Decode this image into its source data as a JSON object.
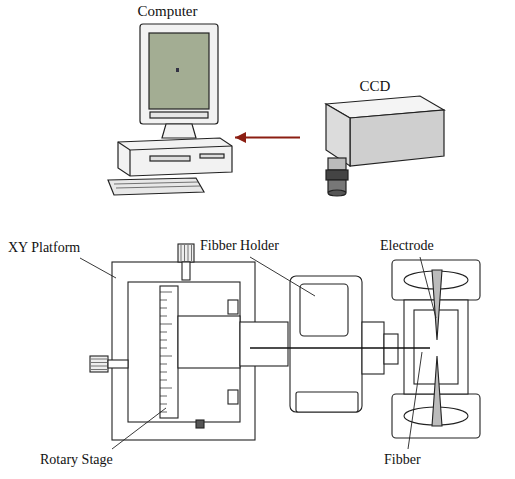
{
  "diagram": {
    "nodes": [
      {
        "text": [
          "Computer"
        ]
      },
      {
        "text": [
          "CCD"
        ]
      }
    ],
    "edges": [
      {
        "from": 1,
        "to": 0,
        "arrow": "to"
      }
    ],
    "labels": [
      "XY Platform",
      "Fibber Holder",
      "Electrode",
      "Rotary Stage",
      "Fibber"
    ]
  }
}
